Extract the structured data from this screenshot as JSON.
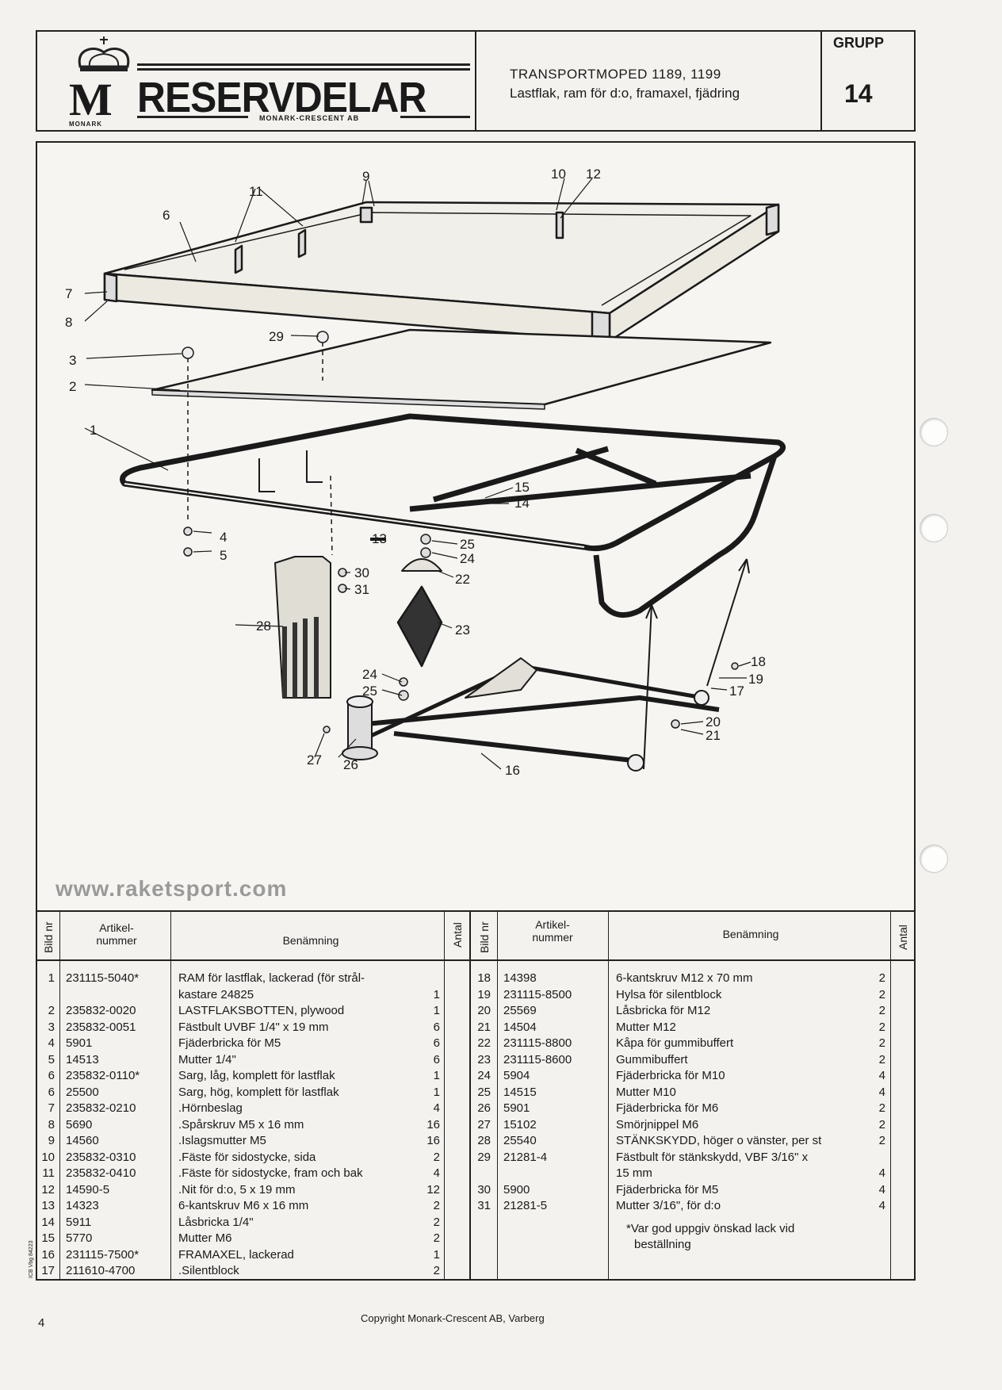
{
  "header": {
    "brand": "RESERVDELAR",
    "logo_letter": "M",
    "logo_caption": "MONARK",
    "company": "MONARK-CRESCENT AB",
    "title_line1": "TRANSPORTMOPED 1189, 1199",
    "title_line2": "Lastflak, ram för d:o, framaxel, fjädring",
    "group_label": "GRUPP",
    "group_number": "14"
  },
  "drawing": {
    "callouts": [
      "1",
      "2",
      "3",
      "4",
      "5",
      "6",
      "7",
      "8",
      "9",
      "10",
      "11",
      "12",
      "13",
      "14",
      "15",
      "16",
      "17",
      "18",
      "19",
      "20",
      "21",
      "22",
      "23",
      "24",
      "25",
      "26",
      "27",
      "28",
      "29",
      "30",
      "31"
    ]
  },
  "watermark": "www.raketsport.com",
  "table": {
    "headers": {
      "bild_nr": "Bild nr",
      "artikel": "Artikel-\nnummer",
      "benamning": "Benämning",
      "antal": "Antal"
    },
    "left": [
      {
        "nr": "1",
        "art": "231115-5040*",
        "name": "RAM för lastflak, lackerad (för strål-",
        "qty": ""
      },
      {
        "nr": "",
        "art": "",
        "name": "kastare 24825",
        "qty": "1"
      },
      {
        "nr": "2",
        "art": "235832-0020",
        "name": "LASTFLAKSBOTTEN, plywood",
        "qty": "1"
      },
      {
        "nr": "3",
        "art": "235832-0051",
        "name": "Fästbult UVBF 1/4\" x 19 mm",
        "qty": "6"
      },
      {
        "nr": "4",
        "art": "5901",
        "name": "Fjäderbricka för M5",
        "qty": "6"
      },
      {
        "nr": "5",
        "art": "14513",
        "name": "Mutter 1/4\"",
        "qty": "6"
      },
      {
        "nr": "6",
        "art": "235832-0110*",
        "name": "Sarg, låg, komplett för lastflak",
        "qty": "1"
      },
      {
        "nr": "6",
        "art": "25500",
        "name": "Sarg, hög, komplett för lastflak",
        "qty": "1"
      },
      {
        "nr": "7",
        "art": "235832-0210",
        "name": ".Hörnbeslag",
        "qty": "4"
      },
      {
        "nr": "8",
        "art": "5690",
        "name": ".Spårskruv M5 x 16 mm",
        "qty": "16"
      },
      {
        "nr": "9",
        "art": "14560",
        "name": ".Islagsmutter M5",
        "qty": "16"
      },
      {
        "nr": "10",
        "art": "235832-0310",
        "name": ".Fäste för sidostycke, sida",
        "qty": "2"
      },
      {
        "nr": "11",
        "art": "235832-0410",
        "name": ".Fäste för sidostycke, fram och bak",
        "qty": "4"
      },
      {
        "nr": "12",
        "art": "14590-5",
        "name": ".Nit för d:o, 5 x 19 mm",
        "qty": "12"
      },
      {
        "nr": "13",
        "art": "14323",
        "name": "6-kantskruv M6 x 16 mm",
        "qty": "2"
      },
      {
        "nr": "14",
        "art": "5911",
        "name": "Låsbricka 1/4\"",
        "qty": "2"
      },
      {
        "nr": "15",
        "art": "5770",
        "name": "Mutter M6",
        "qty": "2"
      },
      {
        "nr": "16",
        "art": "231115-7500*",
        "name": "FRAMAXEL, lackerad",
        "qty": "1"
      },
      {
        "nr": "17",
        "art": "211610-4700",
        "name": ".Silentblock",
        "qty": "2"
      }
    ],
    "right": [
      {
        "nr": "18",
        "art": "14398",
        "name": "6-kantskruv M12 x 70 mm",
        "qty": "2"
      },
      {
        "nr": "19",
        "art": "231115-8500",
        "name": "Hylsa för silentblock",
        "qty": "2"
      },
      {
        "nr": "20",
        "art": "25569",
        "name": "Låsbricka för M12",
        "qty": "2"
      },
      {
        "nr": "21",
        "art": "14504",
        "name": "Mutter M12",
        "qty": "2"
      },
      {
        "nr": "22",
        "art": "231115-8800",
        "name": "Kåpa för gummibuffert",
        "qty": "2"
      },
      {
        "nr": "23",
        "art": "231115-8600",
        "name": "Gummibuffert",
        "qty": "2"
      },
      {
        "nr": "24",
        "art": "5904",
        "name": "Fjäderbricka för M10",
        "qty": "4"
      },
      {
        "nr": "25",
        "art": "14515",
        "name": "Mutter M10",
        "qty": "4"
      },
      {
        "nr": "26",
        "art": "5901",
        "name": "Fjäderbricka för M6",
        "qty": "2"
      },
      {
        "nr": "27",
        "art": "15102",
        "name": "Smörjnippel M6",
        "qty": "2"
      },
      {
        "nr": "28",
        "art": "25540",
        "name": "STÄNKSKYDD, höger o vänster, per st",
        "qty": "2"
      },
      {
        "nr": "29",
        "art": "21281-4",
        "name": "Fästbult för stänkskydd, VBF 3/16\" x",
        "qty": ""
      },
      {
        "nr": "",
        "art": "",
        "name": "15 mm",
        "qty": "4"
      },
      {
        "nr": "30",
        "art": "5900",
        "name": "Fjäderbricka för M5",
        "qty": "4"
      },
      {
        "nr": "31",
        "art": "21281-5",
        "name": "Mutter 3/16\", för d:o",
        "qty": "4"
      }
    ],
    "footnote_line1": "*Var god uppgiv önskad lack vid",
    "footnote_line2": "beställning"
  },
  "footer": {
    "page_number": "4",
    "copyright": "Copyright Monark-Crescent AB, Varberg",
    "print_code": "ICB Vbg 84223"
  }
}
